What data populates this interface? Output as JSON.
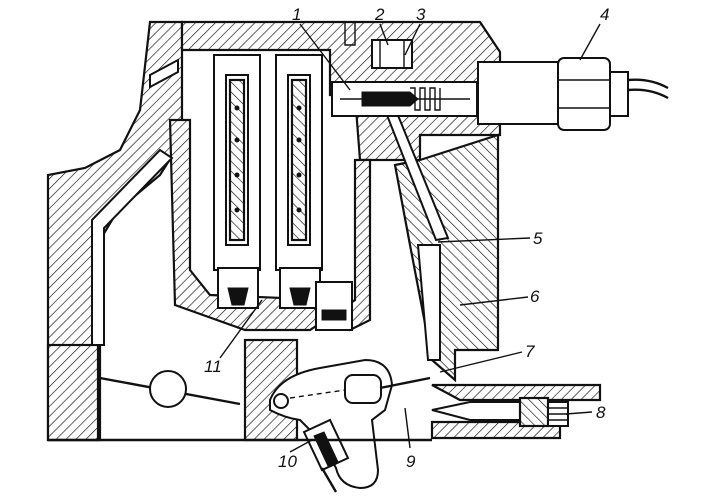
{
  "figure": {
    "callouts": [
      "1",
      "2",
      "3",
      "4",
      "5",
      "6",
      "7",
      "8",
      "9",
      "10",
      "11"
    ]
  },
  "colors": {
    "ink": "#111111",
    "paper": "#ffffff"
  }
}
